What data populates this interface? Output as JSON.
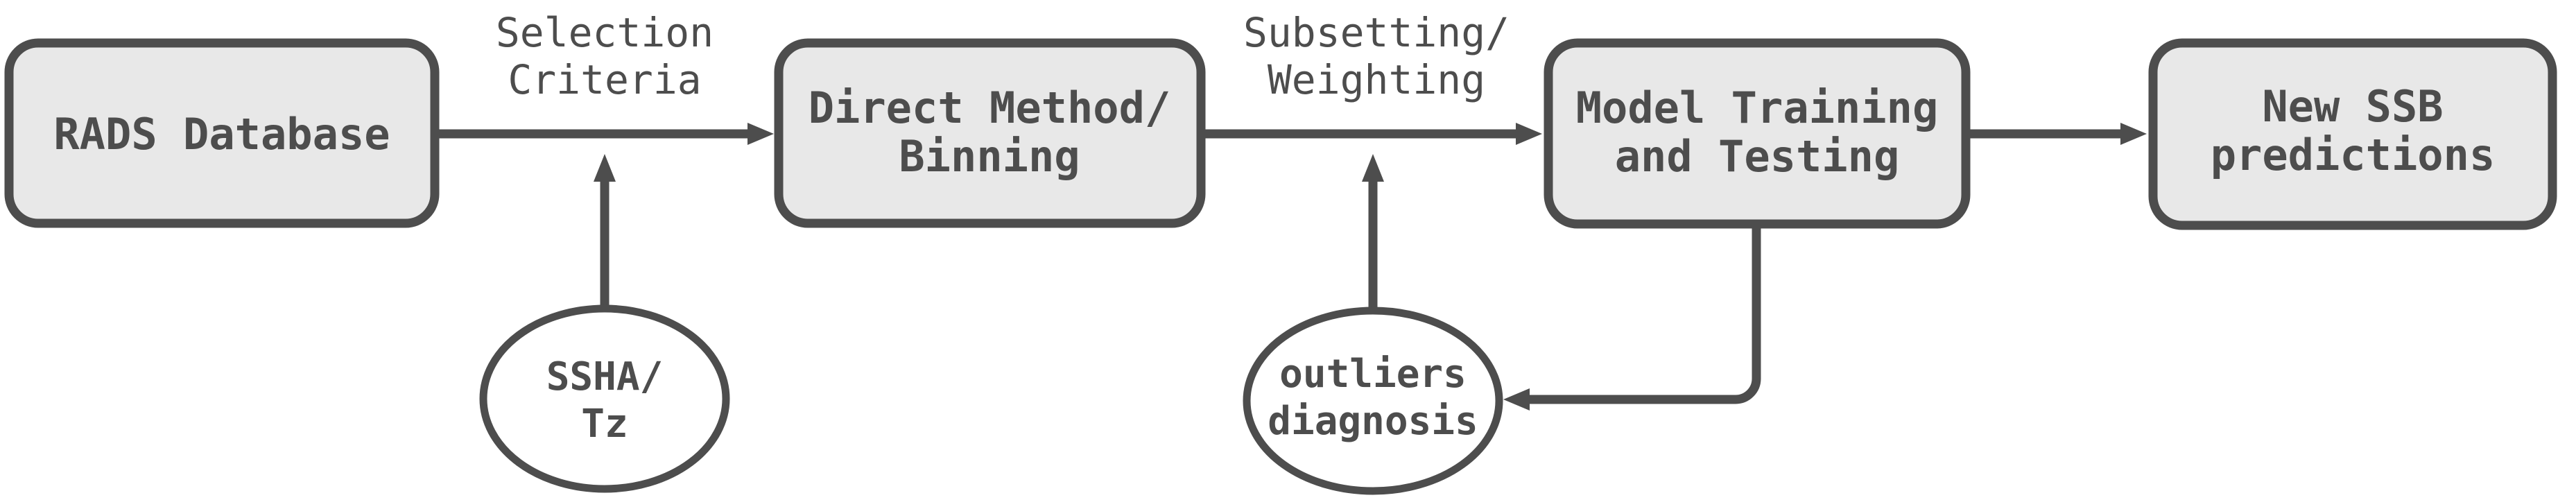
{
  "diagram": {
    "title": "SSB prediction workflow flowchart",
    "colors": {
      "background": "#ffffff",
      "stroke": "#4d4d4d",
      "box_fill": "#e8e8e8",
      "ellipse_fill": "#ffffff",
      "text": "#4d4d4d"
    },
    "nodes": {
      "rads": {
        "label": "RADS Database"
      },
      "direct": {
        "line1": "Direct Method/",
        "line2": "Binning"
      },
      "model": {
        "line1": "Model Training",
        "line2": "and Testing"
      },
      "ssb": {
        "line1": "New SSB",
        "line2": "predictions"
      },
      "ssha": {
        "line1": "SSHA/",
        "line2": "Tz"
      },
      "outliers": {
        "line1": "outliers",
        "line2": "diagnosis"
      }
    },
    "edge_labels": {
      "selection": {
        "line1": "Selection",
        "line2": "Criteria"
      },
      "subsetting": {
        "line1": "Subsetting/",
        "line2": "Weighting"
      }
    }
  }
}
